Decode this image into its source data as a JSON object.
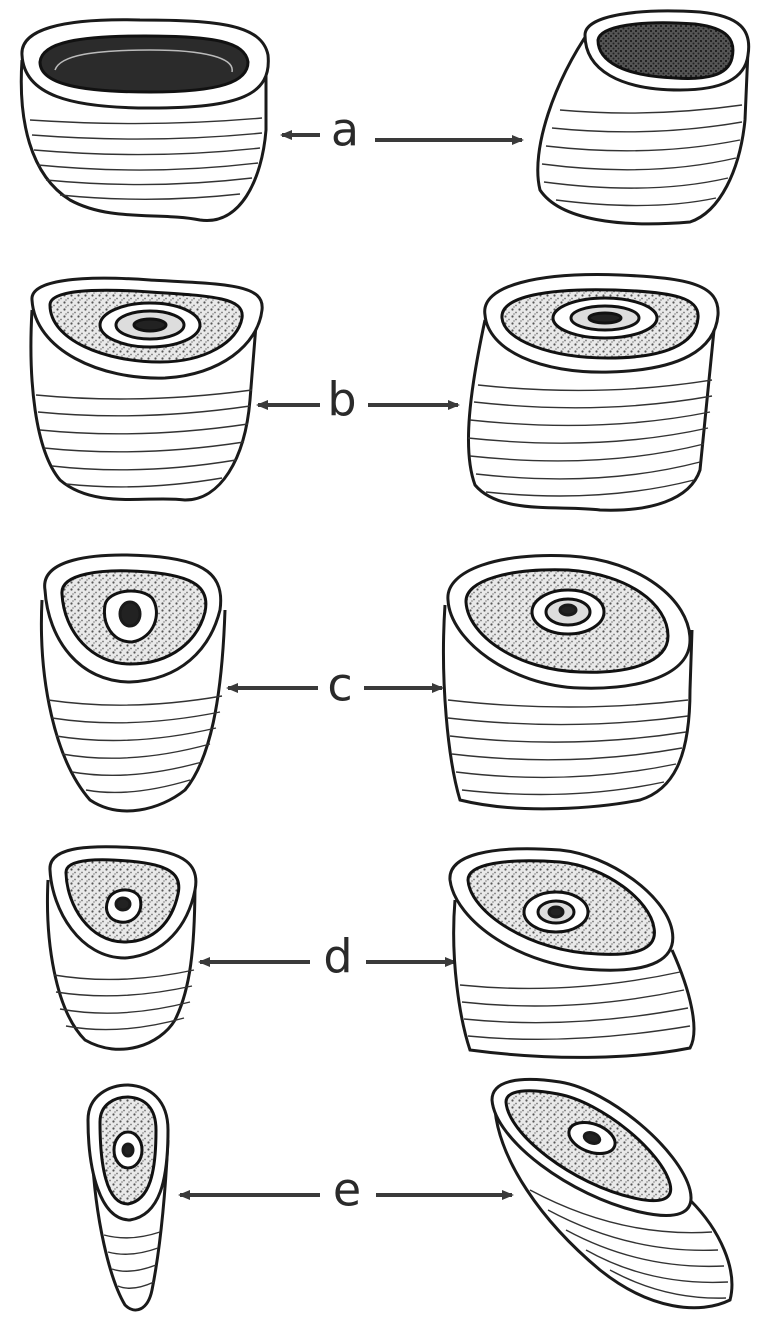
{
  "figure": {
    "rows": [
      {
        "label": "a"
      },
      {
        "label": "b"
      },
      {
        "label": "c"
      },
      {
        "label": "d"
      },
      {
        "label": "e"
      }
    ]
  },
  "colors": {
    "ink": "#1a1a1a",
    "paper": "#ffffff",
    "stipple": "#6d6d6d"
  }
}
